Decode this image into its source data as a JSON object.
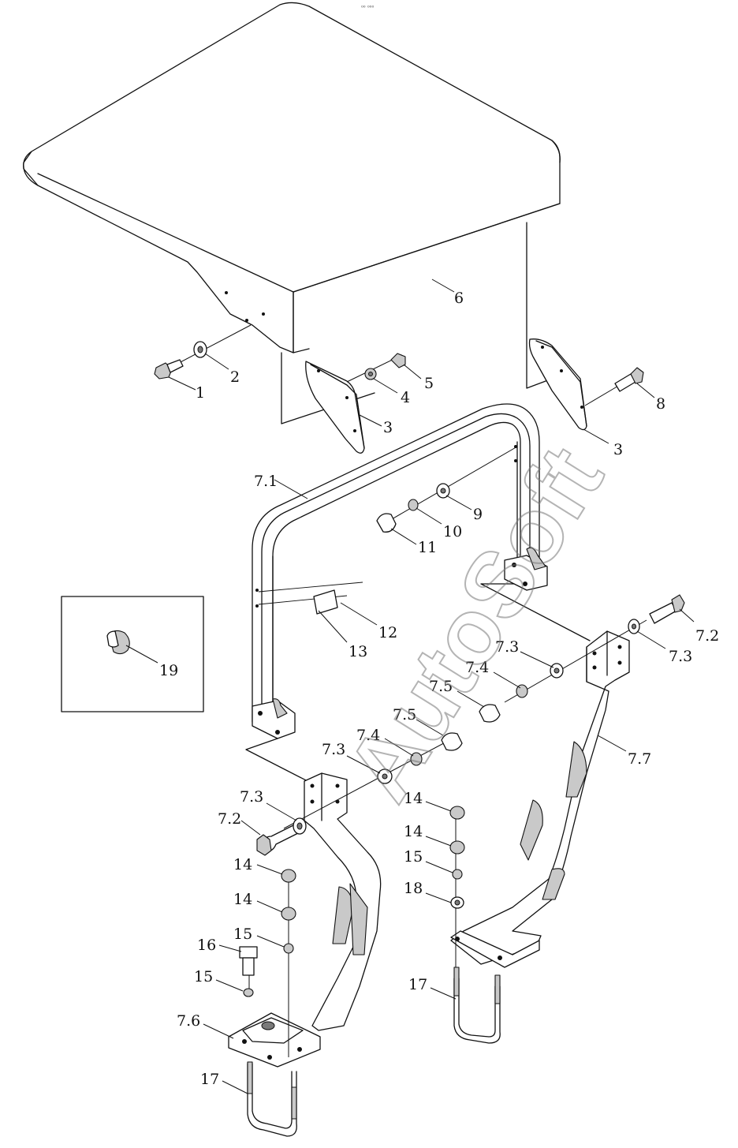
{
  "watermark": "AutoSoft",
  "corner_mark": "⁰⁰ ⁰⁰⁰",
  "parts": [
    {
      "id": "p1",
      "label": "1"
    },
    {
      "id": "p2",
      "label": "2"
    },
    {
      "id": "p3a",
      "label": "3"
    },
    {
      "id": "p3b",
      "label": "3"
    },
    {
      "id": "p4",
      "label": "4"
    },
    {
      "id": "p5",
      "label": "5"
    },
    {
      "id": "p6",
      "label": "6"
    },
    {
      "id": "p8",
      "label": "8"
    },
    {
      "id": "p9",
      "label": "9"
    },
    {
      "id": "p10",
      "label": "10"
    },
    {
      "id": "p11",
      "label": "11"
    },
    {
      "id": "p12",
      "label": "12"
    },
    {
      "id": "p13",
      "label": "13"
    },
    {
      "id": "p19",
      "label": "19"
    },
    {
      "id": "p7_1",
      "label": "7.1"
    },
    {
      "id": "p7_2r",
      "label": "7.2"
    },
    {
      "id": "p7_3r1",
      "label": "7.3"
    },
    {
      "id": "p7_3r2",
      "label": "7.3"
    },
    {
      "id": "p7_4r",
      "label": "7.4"
    },
    {
      "id": "p7_5r",
      "label": "7.5"
    },
    {
      "id": "p7_7",
      "label": "7.7"
    },
    {
      "id": "p7_5l",
      "label": "7.5"
    },
    {
      "id": "p7_4l",
      "label": "7.4"
    },
    {
      "id": "p7_3l1",
      "label": "7.3"
    },
    {
      "id": "p7_3l2",
      "label": "7.3"
    },
    {
      "id": "p7_2l",
      "label": "7.2"
    },
    {
      "id": "p14r1",
      "label": "14"
    },
    {
      "id": "p14r2",
      "label": "14"
    },
    {
      "id": "p15r",
      "label": "15"
    },
    {
      "id": "p18",
      "label": "18"
    },
    {
      "id": "p17r",
      "label": "17"
    },
    {
      "id": "p14l1",
      "label": "14"
    },
    {
      "id": "p14l2",
      "label": "14"
    },
    {
      "id": "p15l1",
      "label": "15"
    },
    {
      "id": "p16",
      "label": "16"
    },
    {
      "id": "p15l2",
      "label": "15"
    },
    {
      "id": "p7_6",
      "label": "7.6"
    },
    {
      "id": "p17l",
      "label": "17"
    }
  ]
}
